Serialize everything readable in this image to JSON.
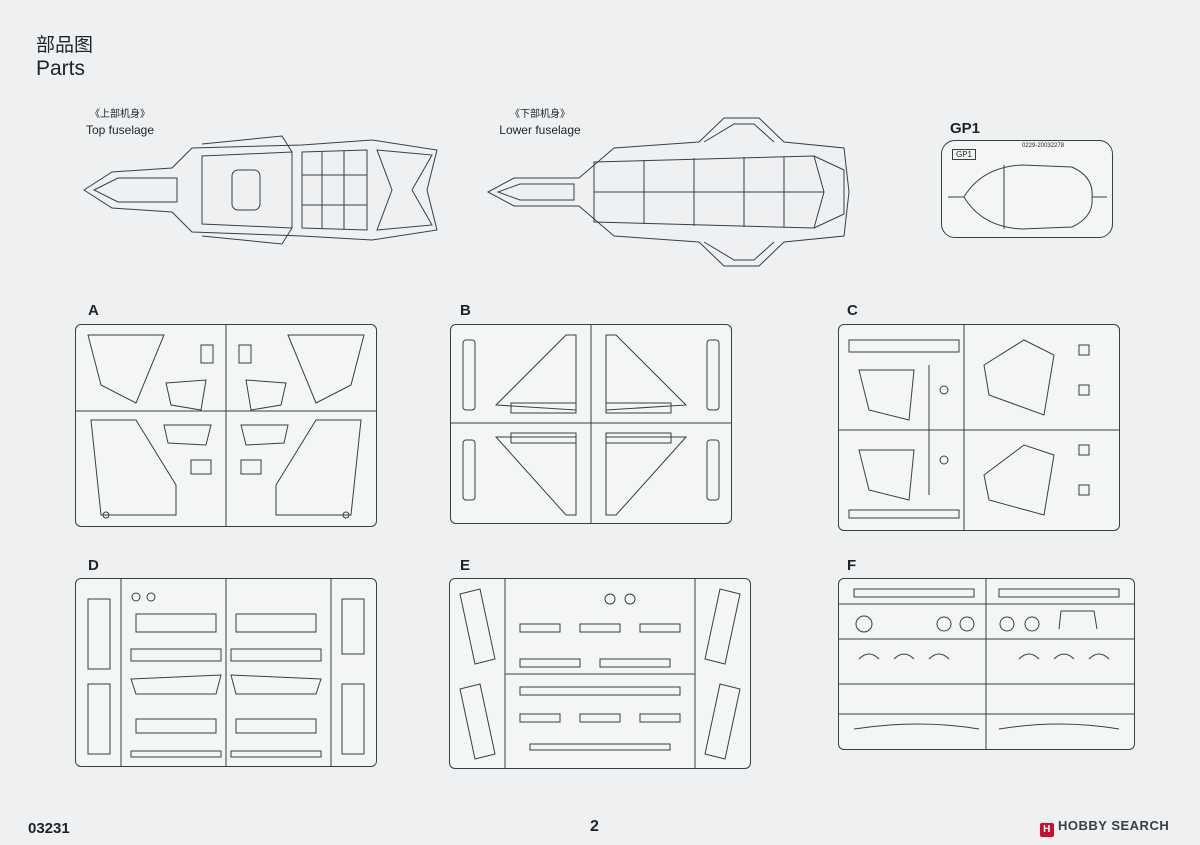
{
  "header": {
    "title_cn": "部品图",
    "title_en": "Parts"
  },
  "fuselage": {
    "top": {
      "label_cn": "《上部机身》",
      "label_en": "Top fuselage"
    },
    "lower": {
      "label_cn": "《下部机身》",
      "label_en": "Lower fuselage"
    }
  },
  "gp1": {
    "label": "GP1",
    "tag": "GP1",
    "code": "0229-20032278"
  },
  "sprues": [
    {
      "letter": "A"
    },
    {
      "letter": "B"
    },
    {
      "letter": "C"
    },
    {
      "letter": "D"
    },
    {
      "letter": "E"
    },
    {
      "letter": "F"
    }
  ],
  "footer": {
    "code": "03231",
    "page": "2",
    "watermark": "HOBBY SEARCH",
    "watermark_logo": "H"
  }
}
